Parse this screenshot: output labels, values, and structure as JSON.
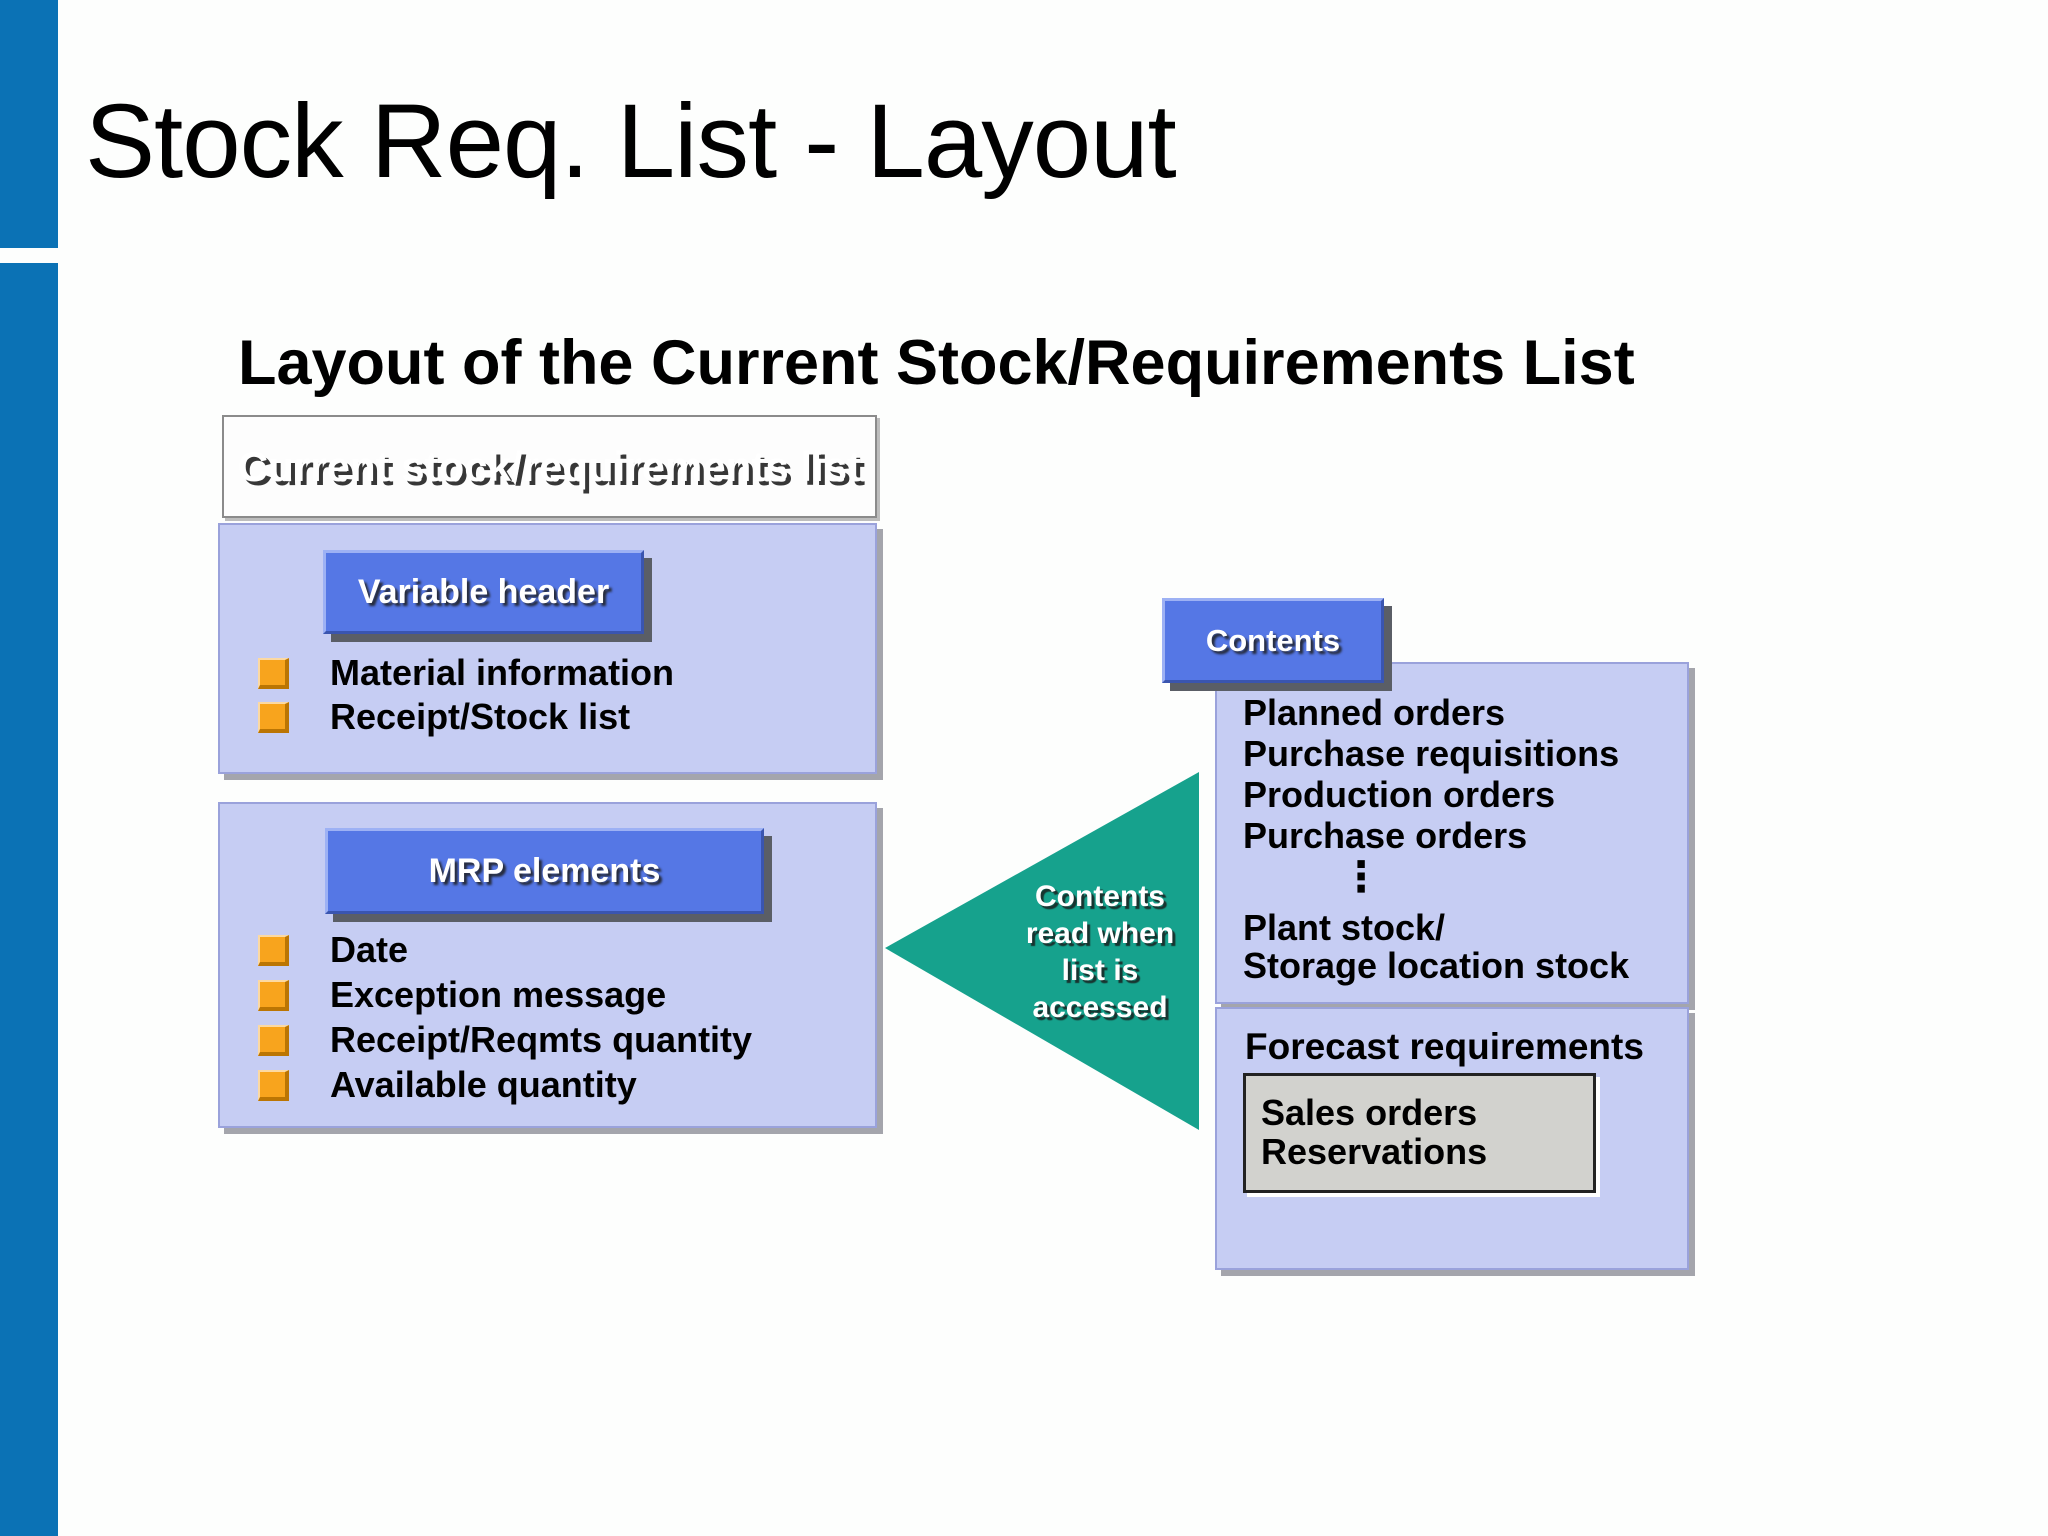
{
  "slide": {
    "title": "Stock Req. List - Layout",
    "subtitle": "Layout of the Current Stock/Requirements List"
  },
  "colors": {
    "accent_bar_blue": "#0b72b5",
    "button_blue": "#5577e5",
    "panel_lavender": "#c6cdf3",
    "arrow_teal": "#16a28d",
    "bullet_orange": "#f8a41d",
    "inner_box_gray": "#d2d2ce"
  },
  "top_label_box": {
    "label": "Current stock/requirements list"
  },
  "variable_header_panel": {
    "button_label": "Variable header",
    "items": [
      "Material information",
      "Receipt/Stock list"
    ]
  },
  "mrp_panel": {
    "button_label": "MRP elements",
    "items": [
      "Date",
      "Exception message",
      "Receipt/Reqmts quantity",
      "Available quantity"
    ]
  },
  "arrow": {
    "lines": [
      "Contents",
      "read when",
      "list is",
      "accessed"
    ]
  },
  "contents_panel": {
    "button_label": "Contents",
    "items": [
      "Planned orders",
      "Purchase requisitions",
      "Production orders",
      "Purchase orders"
    ],
    "ellipsis": "⋮",
    "stock_items": [
      "Plant stock/",
      "Storage location stock"
    ]
  },
  "forecast_panel": {
    "title": "Forecast requirements",
    "items": [
      "Sales orders",
      "Reservations"
    ]
  }
}
